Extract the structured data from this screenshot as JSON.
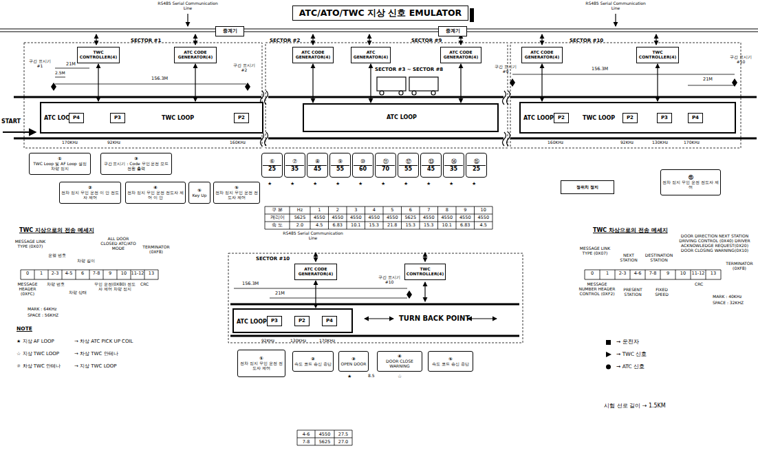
{
  "diagram": {
    "title": "ATC/ATO/TWC 지상 신호 EMULATOR",
    "nodes": [
      {
        "text": [
          "중계기"
        ]
      },
      {
        "text": [
          "중계기"
        ]
      },
      {
        "text": [
          "TWC CONTROLLER(4)"
        ]
      },
      {
        "text": [
          "ATC CODE GENERATOR(4)"
        ]
      },
      {
        "text": [
          "ATC CODE GENERATOR(4)"
        ]
      },
      {
        "text": [
          "ATC GENERATOR(4)"
        ]
      },
      {
        "text": [
          "ATC CODE GENERATOR(4)"
        ]
      },
      {
        "text": [
          "ATC CODE GENERATOR(4)"
        ]
      },
      {
        "text": [
          "TWC CONTROLLER(4)"
        ]
      },
      {
        "text": [
          "ATC LOOP",
          "TWC LOOP"
        ]
      },
      {
        "text": [
          "P4"
        ],
        "in": 9
      },
      {
        "text": [
          "P3"
        ],
        "in": 9
      },
      {
        "text": [
          "P2"
        ],
        "in": 9
      },
      {
        "text": [
          "ATC LOOP"
        ]
      },
      {
        "text": [
          "ATC LOOP",
          "TWC LOOP"
        ]
      },
      {
        "text": [
          "P2"
        ],
        "in": 14
      },
      {
        "text": [
          "P2"
        ],
        "in": 14
      },
      {
        "text": [
          "P3"
        ],
        "in": 14
      },
      {
        "text": [
          "P4"
        ],
        "in": 14
      },
      {
        "text": [
          "①",
          "TWC Loop 및 AF Loop 설정 차량 정지"
        ]
      },
      {
        "text": [
          "③",
          "구간 표시기 : Code 무인 운전 모드 전환 출력"
        ]
      },
      {
        "text": [
          "②",
          "전차 정지 무인 운전 이 안 전도자 제어"
        ]
      },
      {
        "text": [
          "④",
          "전차 정지 무인 운전 전도자 제어 이 안"
        ]
      },
      {
        "text": [
          "⑤",
          "Key Up"
        ]
      },
      {
        "text": [
          "⑤",
          "전차 정지 무인 운전 전도자 제어"
        ]
      },
      {
        "text": [
          "⑥",
          "25"
        ]
      },
      {
        "text": [
          "⑦",
          "35"
        ]
      },
      {
        "text": [
          "⑧",
          "45"
        ]
      },
      {
        "text": [
          "⑨",
          "55"
        ]
      },
      {
        "text": [
          "⑩",
          "60"
        ]
      },
      {
        "text": [
          "⑪",
          "70"
        ]
      },
      {
        "text": [
          "⑫",
          "55"
        ]
      },
      {
        "text": [
          "⑬",
          "45"
        ]
      },
      {
        "text": [
          "⑭",
          "35"
        ]
      },
      {
        "text": [
          "⑮",
          "25"
        ]
      },
      {
        "text": [
          "정위치 정지"
        ]
      },
      {
        "text": [
          "⑪",
          "전차 정지 무인 운전 전도자 제어"
        ]
      },
      {
        "text": [
          "ATC CODE GENERATOR(4)"
        ]
      },
      {
        "text": [
          "TWC CONTROLLER(4)"
        ]
      },
      {
        "text": [
          "ATC LOOP"
        ]
      },
      {
        "text": [
          "P3"
        ],
        "in": 39
      },
      {
        "text": [
          "P2"
        ],
        "in": 39
      },
      {
        "text": [
          "P4"
        ],
        "in": 39
      },
      {
        "text": [
          "①",
          "전차 정지 무인 운전 전도자 제어"
        ]
      },
      {
        "text": [
          "②",
          "속도 코드 송신 중단"
        ]
      },
      {
        "text": [
          "③",
          "OPEN DOOR"
        ]
      },
      {
        "text": [
          "④",
          "DOOR CLOSE WARNING"
        ]
      },
      {
        "text": [
          "⑤",
          "속도 코드 송신 중단"
        ]
      }
    ],
    "edges": [
      {
        "from": 2,
        "to": 9,
        "arrow": "both"
      },
      {
        "from": 3,
        "to": 9,
        "arrow": "both"
      },
      {
        "from": 4,
        "to": 13,
        "arrow": "both"
      },
      {
        "from": 5,
        "to": 13,
        "arrow": "both"
      },
      {
        "from": 6,
        "to": 13,
        "arrow": "both"
      },
      {
        "from": 7,
        "to": 14,
        "arrow": "both"
      },
      {
        "from": 8,
        "to": 14,
        "arrow": "both"
      },
      {
        "from": 37,
        "to": 39,
        "arrow": "both"
      }
    ],
    "labels": [
      "RS485 Serial Communication Line",
      "RS485 Serial Communication Line",
      "SECTOR #1",
      "SECTOR #2",
      "SECTOR #9",
      "SECTOR #10",
      "SECTOR #3 ~ SECTOR #8",
      "구간 표시기 #1",
      "구간 표시기 #2",
      "구간 표시기 #9",
      "구간 표시기 #10",
      "21M",
      "2.5M",
      "156.3M",
      "156.3M",
      "21M",
      "START",
      "170KHz",
      "92KHz",
      "160KHz",
      "160KHz",
      "92KHz",
      "130KHz",
      "170KHz",
      "★",
      "★",
      "★",
      "★",
      "★",
      "★",
      "★",
      "★",
      "★",
      "★",
      "RS485 Serial Communication Line",
      "SECTOR #10",
      "156.3M",
      "21M",
      "구간 표시기 #10",
      "92KHz",
      "130KHz",
      "170KHz",
      "TURN BACK POINT",
      "★",
      "8.5",
      "☆",
      "TWC 지상으로의 전송 메세지",
      "MESSAGE LINK TYPE (0X07)",
      "운행 번호",
      "차량 길이",
      "ALL DOOR CLOSED ATC/ATO MODE",
      "TERMINATOR (0XF8)",
      "0",
      "1",
      "2-3",
      "4-5",
      "6",
      "7-8",
      "9",
      "10",
      "11-12",
      "13",
      "MESSAGE HEADER (0XFC)",
      "차량 번호",
      "차량 상태",
      "무인 운전(0X80) 전도자 제어 차량 정지",
      "CRC",
      "MARK : 64KHz",
      "SPACE : 56KHZ",
      "NOTE",
      "★ 지상 AF LOOP",
      "→ 차상 ATC PICK UP COIL",
      "☆ 지상 TWC LOOP",
      "→ 차상 TWC 안테나",
      "☼ 차상 TWC 안테나",
      "→ 지상 TWC LOOP",
      "TWC 차상으로의 전송 메세지",
      "DOOR DIRECTION NEXT STATION DRIVING CONTROL (0X40) DRIVER ACKNOWLEDGE REQUEST(0X20) DOOR CLOSING WARNING(0X10)",
      "MESSAGE LINK TYPE (0X07)",
      "NEXT STATION",
      "DESTINATION STATION",
      "TERMINATOR (0XF8)",
      "0",
      "1",
      "2-3",
      "4-6",
      "7-8",
      "9",
      "10",
      "11-12",
      "13",
      "MESSAGE NUMBER HEADER CONTROL (0XF2)",
      "PRESENT STATION",
      "FIXED SPEED",
      "CRC",
      "MARK : 40KHz",
      "SPACE : 32KHZ",
      "시험 선로 길이 → 1.5KM",
      "구 분",
      "Hz",
      "1",
      "2",
      "3",
      "4",
      "5",
      "6",
      "7",
      "8",
      "9",
      "10",
      "캐리어",
      "5625",
      "4550",
      "4550",
      "4550",
      "4550",
      "4550",
      "5625",
      "4550",
      "4550",
      "4550",
      "4550",
      "속 도",
      "2.0",
      "4.5",
      "6.83",
      "10.1",
      "15.3",
      "21.8",
      "15.3",
      "15.3",
      "10.1",
      "6.83",
      "4.5",
      "4-6",
      "4550",
      "27.5",
      "7-8",
      "5625",
      "27.0"
    ],
    "legend": [
      {
        "text": "→ 운전자"
      },
      {
        "text": "→ TWC 신호"
      },
      {
        "text": "→ ATC 신호"
      }
    ]
  }
}
